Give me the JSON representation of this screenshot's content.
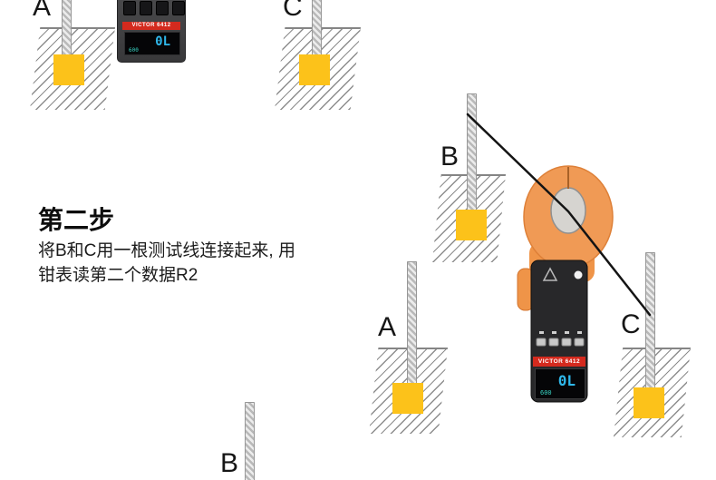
{
  "step": {
    "title": "第二步",
    "line1": "将B和C用一根测试线连接起来, 用",
    "line2": "钳表读第二个数据R2"
  },
  "electrodes": {
    "top_a": "A",
    "top_c": "C",
    "b": "B",
    "a": "A",
    "c": "C",
    "bottom_b": "B"
  },
  "meter": {
    "brand": "VICTOR 6412",
    "display_main": "0L",
    "display_range": "600"
  },
  "colors": {
    "electrode_plate_yellow": "#fcc21a",
    "clamp_orange": "#f09a55",
    "meter_body_black": "#28282a",
    "brand_red": "#d42a1e",
    "display_cyan": "#2fb7ea",
    "wire_black": "#141414",
    "hatch_gray": "#8d8d8d"
  }
}
